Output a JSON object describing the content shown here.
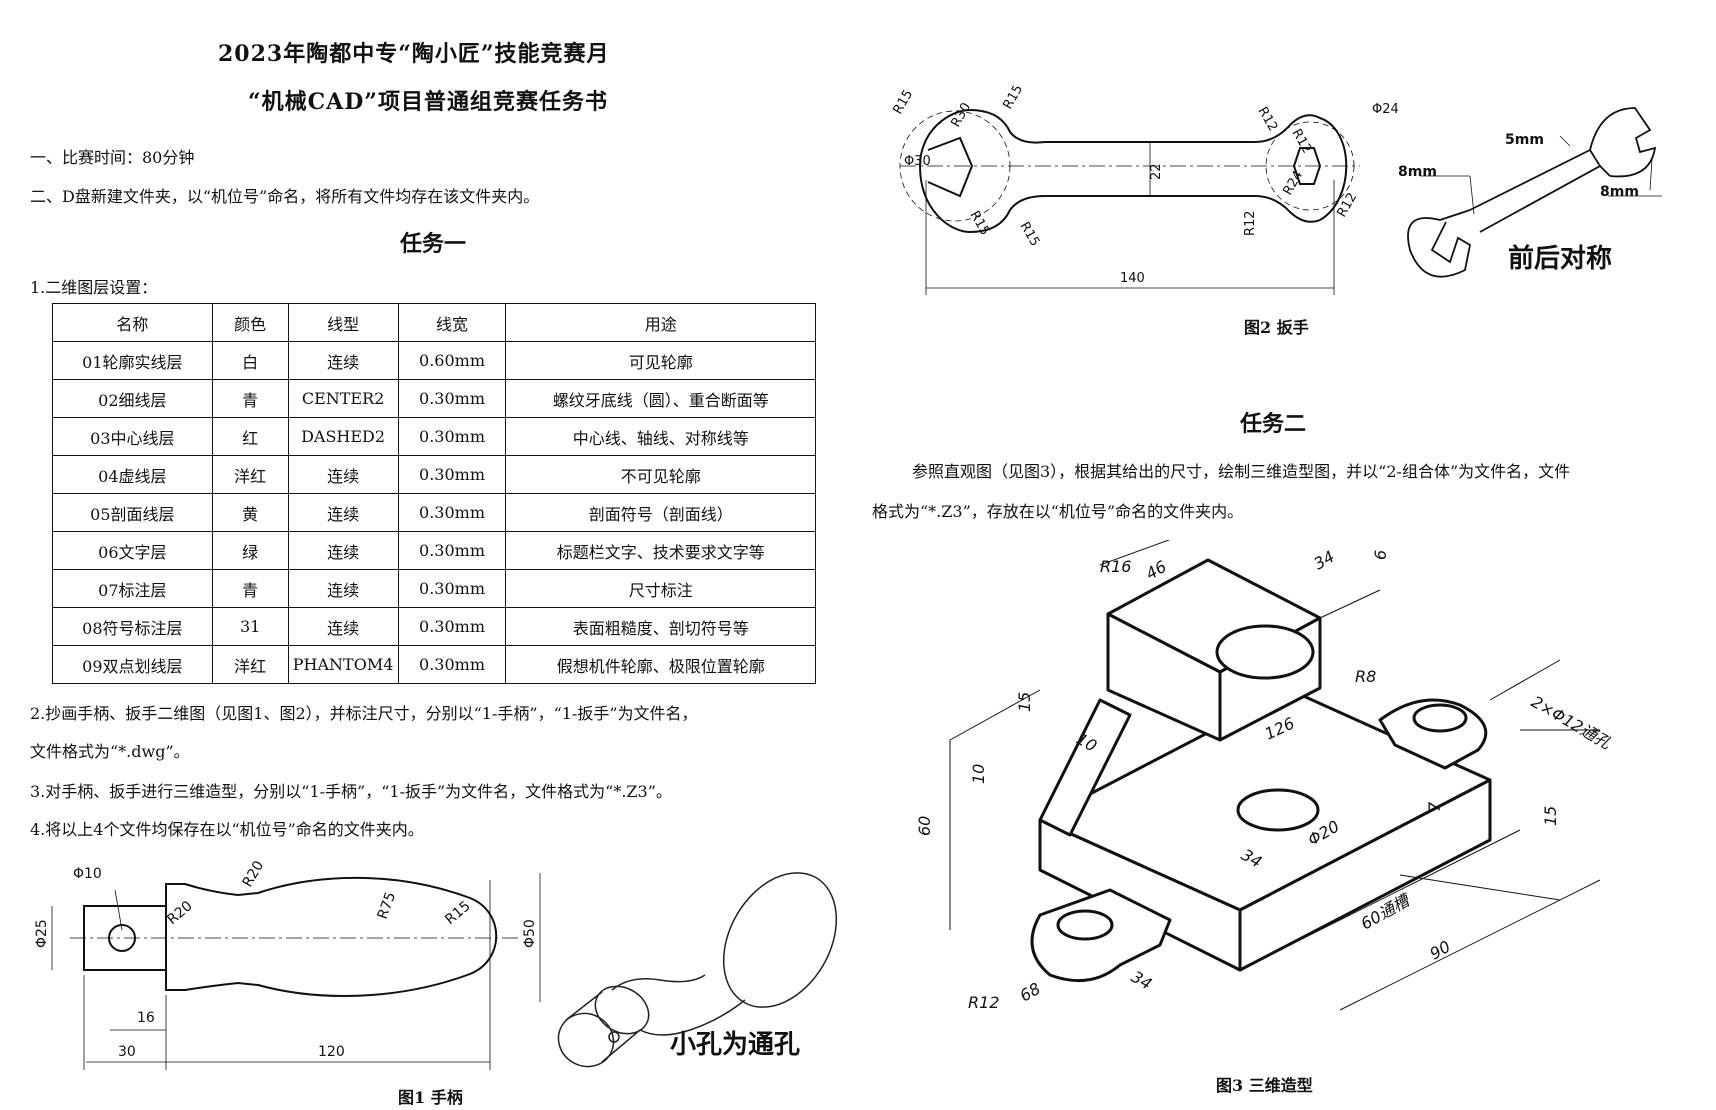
{
  "doc": {
    "title1": "2023年陶都中专“陶小匠”技能竞赛月",
    "title2": "“机械CAD”项目普通组竞赛任务书",
    "item1": "一、比赛时间：80分钟",
    "item2": "二、D盘新建文件夹，以“机位号”命名，将所有文件均存在该文件夹内。",
    "task1_heading": "任务一",
    "layer_section": "1.二维图层设置：",
    "table": {
      "headers": [
        "名称",
        "颜色",
        "线型",
        "线宽",
        "用途"
      ],
      "rows": [
        [
          "01轮廓实线层",
          "白",
          "连续",
          "0.60mm",
          "可见轮廓"
        ],
        [
          "02细线层",
          "青",
          "CENTER2",
          "0.30mm",
          "螺纹牙底线（圆）、重合断面等"
        ],
        [
          "03中心线层",
          "红",
          "DASHED2",
          "0.30mm",
          "中心线、轴线、对称线等"
        ],
        [
          "04虚线层",
          "洋红",
          "连续",
          "0.30mm",
          "不可见轮廓"
        ],
        [
          "05剖面线层",
          "黄",
          "连续",
          "0.30mm",
          "剖面符号（剖面线）"
        ],
        [
          "06文字层",
          "绿",
          "连续",
          "0.30mm",
          "标题栏文字、技术要求文字等"
        ],
        [
          "07标注层",
          "青",
          "连续",
          "0.30mm",
          "尺寸标注"
        ],
        [
          "08符号标注层",
          "31",
          "连续",
          "0.30mm",
          "表面粗糙度、剖切符号等"
        ],
        [
          "09双点划线层",
          "洋红",
          "PHANTOM4",
          "0.30mm",
          "假想机件轮廓、极限位置轮廓"
        ]
      ]
    },
    "step2a": "2.抄画手柄、扳手二维图（见图1、图2），并标注尺寸，分别以“1-手柄”，“1-扳手”为文件名，",
    "step2b": "文件格式为“*.dwg”。",
    "step3": "3.对手柄、扳手进行三维造型，分别以“1-手柄”，“1-扳手”为文件名，文件格式为“*.Z3”。",
    "step4": "4.将以上4个文件均保存在以“机位号”命名的文件夹内。",
    "task2_heading": "任务二",
    "task2_p1": "参照直观图（见图3），根据其给出的尺寸，绘制三维造型图，并以“2-组合体”为文件名，文件",
    "task2_p2": "格式为“*.Z3”，存放在以“机位号”命名的文件夹内。"
  },
  "fig1": {
    "caption": "图1 手柄",
    "note": "小孔为通孔",
    "dims": {
      "phi10": "Φ10",
      "phi25": "Φ25",
      "r20a": "R20",
      "r20b": "R20",
      "r75": "R75",
      "r15": "R15",
      "phi50": "Φ50",
      "d16": "16",
      "d30": "30",
      "d120": "120"
    }
  },
  "fig2": {
    "caption": "图2 扳手",
    "note": "前后对称",
    "dims": {
      "r15a": "R15",
      "r30": "R30",
      "r15b": "R15",
      "phi30": "Φ30",
      "r15c": "R15",
      "r15d": "R15",
      "d22": "22",
      "r12a": "R12",
      "r12b": "R12",
      "phi24": "Φ24",
      "r24": "R24",
      "r12c": "R12",
      "r12d": "R12",
      "d140": "140",
      "m5": "5mm",
      "m8a": "8mm",
      "m8b": "8mm"
    }
  },
  "fig3": {
    "caption": "图3 三维造型",
    "dims": {
      "r16": "R16",
      "d46": "46",
      "d34a": "34",
      "d6": "6",
      "r8": "R8",
      "d15a": "15",
      "d126": "126",
      "hole2": "2×Φ12通孔",
      "d10a": "10",
      "d10b": "10",
      "d60": "60",
      "d7": "7",
      "d15b": "15",
      "phi20": "Φ20",
      "d34b": "34",
      "slot": "60通槽",
      "d90": "90",
      "d34c": "34",
      "r12": "R12",
      "d68": "68"
    }
  }
}
